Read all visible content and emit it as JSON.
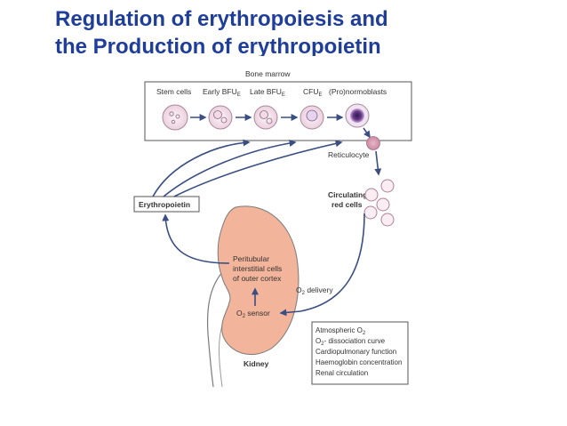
{
  "slide": {
    "title_line1": "Regulation of erythropoiesis and",
    "title_line2": " the Production of erythropoietin"
  },
  "diagram": {
    "bone_marrow_label": "Bone marrow",
    "stages": [
      {
        "label": "Stem cells"
      },
      {
        "label": "Early BFU",
        "sub": "E"
      },
      {
        "label": "Late BFU",
        "sub": "E"
      },
      {
        "label": "CFU",
        "sub": "E"
      },
      {
        "label": "(Pro)normoblasts"
      }
    ],
    "reticulocyte_label": "Reticulocyte",
    "circulating_label_line1": "Circulating",
    "circulating_label_line2": "red cells",
    "erythropoietin_label": "Erythropoietin",
    "peritubular_line1": "Peritubular",
    "peritubular_line2": "interstitial cells",
    "peritubular_line3": "of outer cortex",
    "o2_sensor": {
      "prefix": "O",
      "sub": "2",
      "suffix": " sensor"
    },
    "o2_delivery": {
      "prefix": "O",
      "sub": "2",
      "suffix": " delivery"
    },
    "kidney_label": "Kidney",
    "factors": [
      {
        "prefix": "Atmospheric O",
        "sub": "2",
        "suffix": ""
      },
      {
        "prefix": "O",
        "sub": "2",
        "suffix": "- dissociation curve"
      },
      {
        "prefix": "Cardiopulmonary function",
        "sub": "",
        "suffix": ""
      },
      {
        "prefix": "Haemoglobin concentration",
        "sub": "",
        "suffix": ""
      },
      {
        "prefix": "Renal circulation",
        "sub": "",
        "suffix": ""
      }
    ],
    "colors": {
      "arrow": "#3a4e82",
      "kidney": "#f2b49a",
      "cell_fill": "#f7e6ee",
      "cell_stroke": "#b07f98",
      "title": "#1f3e99"
    }
  }
}
